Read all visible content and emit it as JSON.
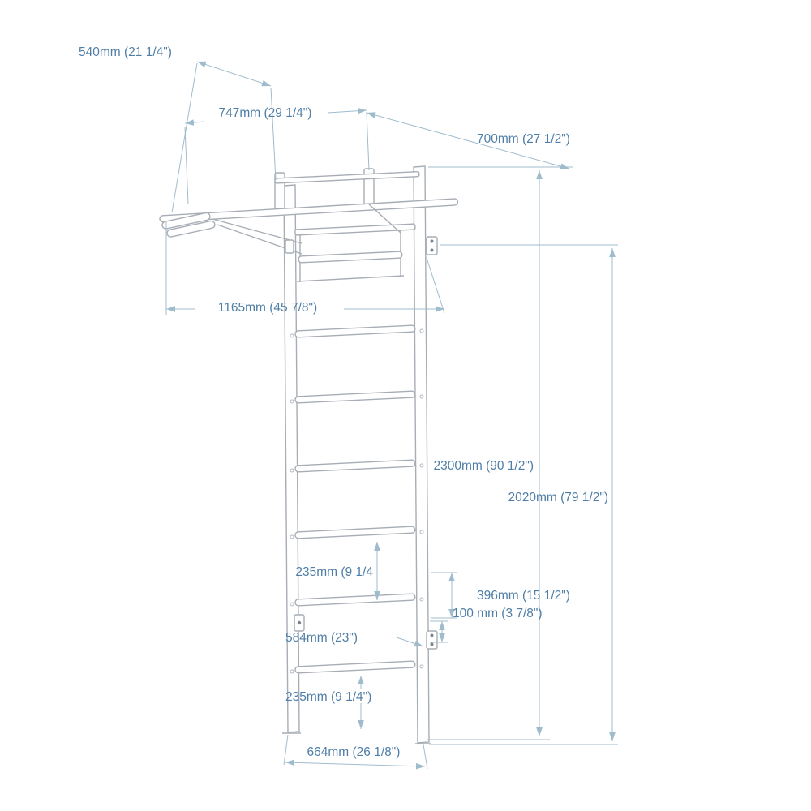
{
  "diagram": {
    "subject": "wall bars with pull-up bar, dimensioned technical drawing",
    "colors": {
      "drawing_line": "#a7adb5",
      "dimension_line": "#9fbccd",
      "label_text": "#4f7ea7",
      "background": "#ffffff"
    },
    "dims": {
      "d540": {
        "label": "540mm (21 1/4\")"
      },
      "d747": {
        "label": "747mm (29 1/4\")"
      },
      "d700": {
        "label": "700mm (27 1/2\")"
      },
      "d1165": {
        "label": "1165mm (45 7/8\")"
      },
      "d2300": {
        "label": "2300mm (90 1/2\")"
      },
      "d2020": {
        "label": "2020mm (79 1/2\")"
      },
      "d235_upper": {
        "label": "235mm (9 1/4"
      },
      "d396": {
        "label": "396mm (15 1/2\")"
      },
      "d100": {
        "label": "100 mm (3 7/8\")"
      },
      "d584": {
        "label": "584mm (23\")"
      },
      "d235_lower": {
        "label": "235mm (9 1/4\")"
      },
      "d664": {
        "label": "664mm (26 1/8\")"
      }
    }
  }
}
